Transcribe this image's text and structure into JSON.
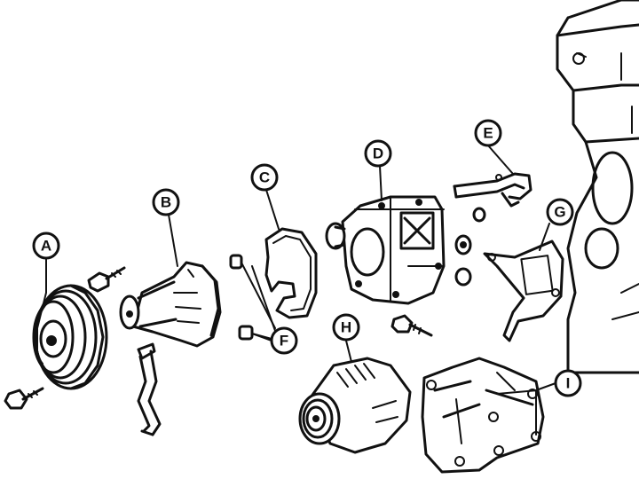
{
  "callouts": [
    {
      "id": "A",
      "label": "A"
    },
    {
      "id": "B",
      "label": "B"
    },
    {
      "id": "C",
      "label": "C"
    },
    {
      "id": "D",
      "label": "D"
    },
    {
      "id": "E",
      "label": "E"
    },
    {
      "id": "F",
      "label": "F"
    },
    {
      "id": "G",
      "label": "G"
    },
    {
      "id": "H",
      "label": "H"
    },
    {
      "id": "I",
      "label": "I"
    }
  ]
}
